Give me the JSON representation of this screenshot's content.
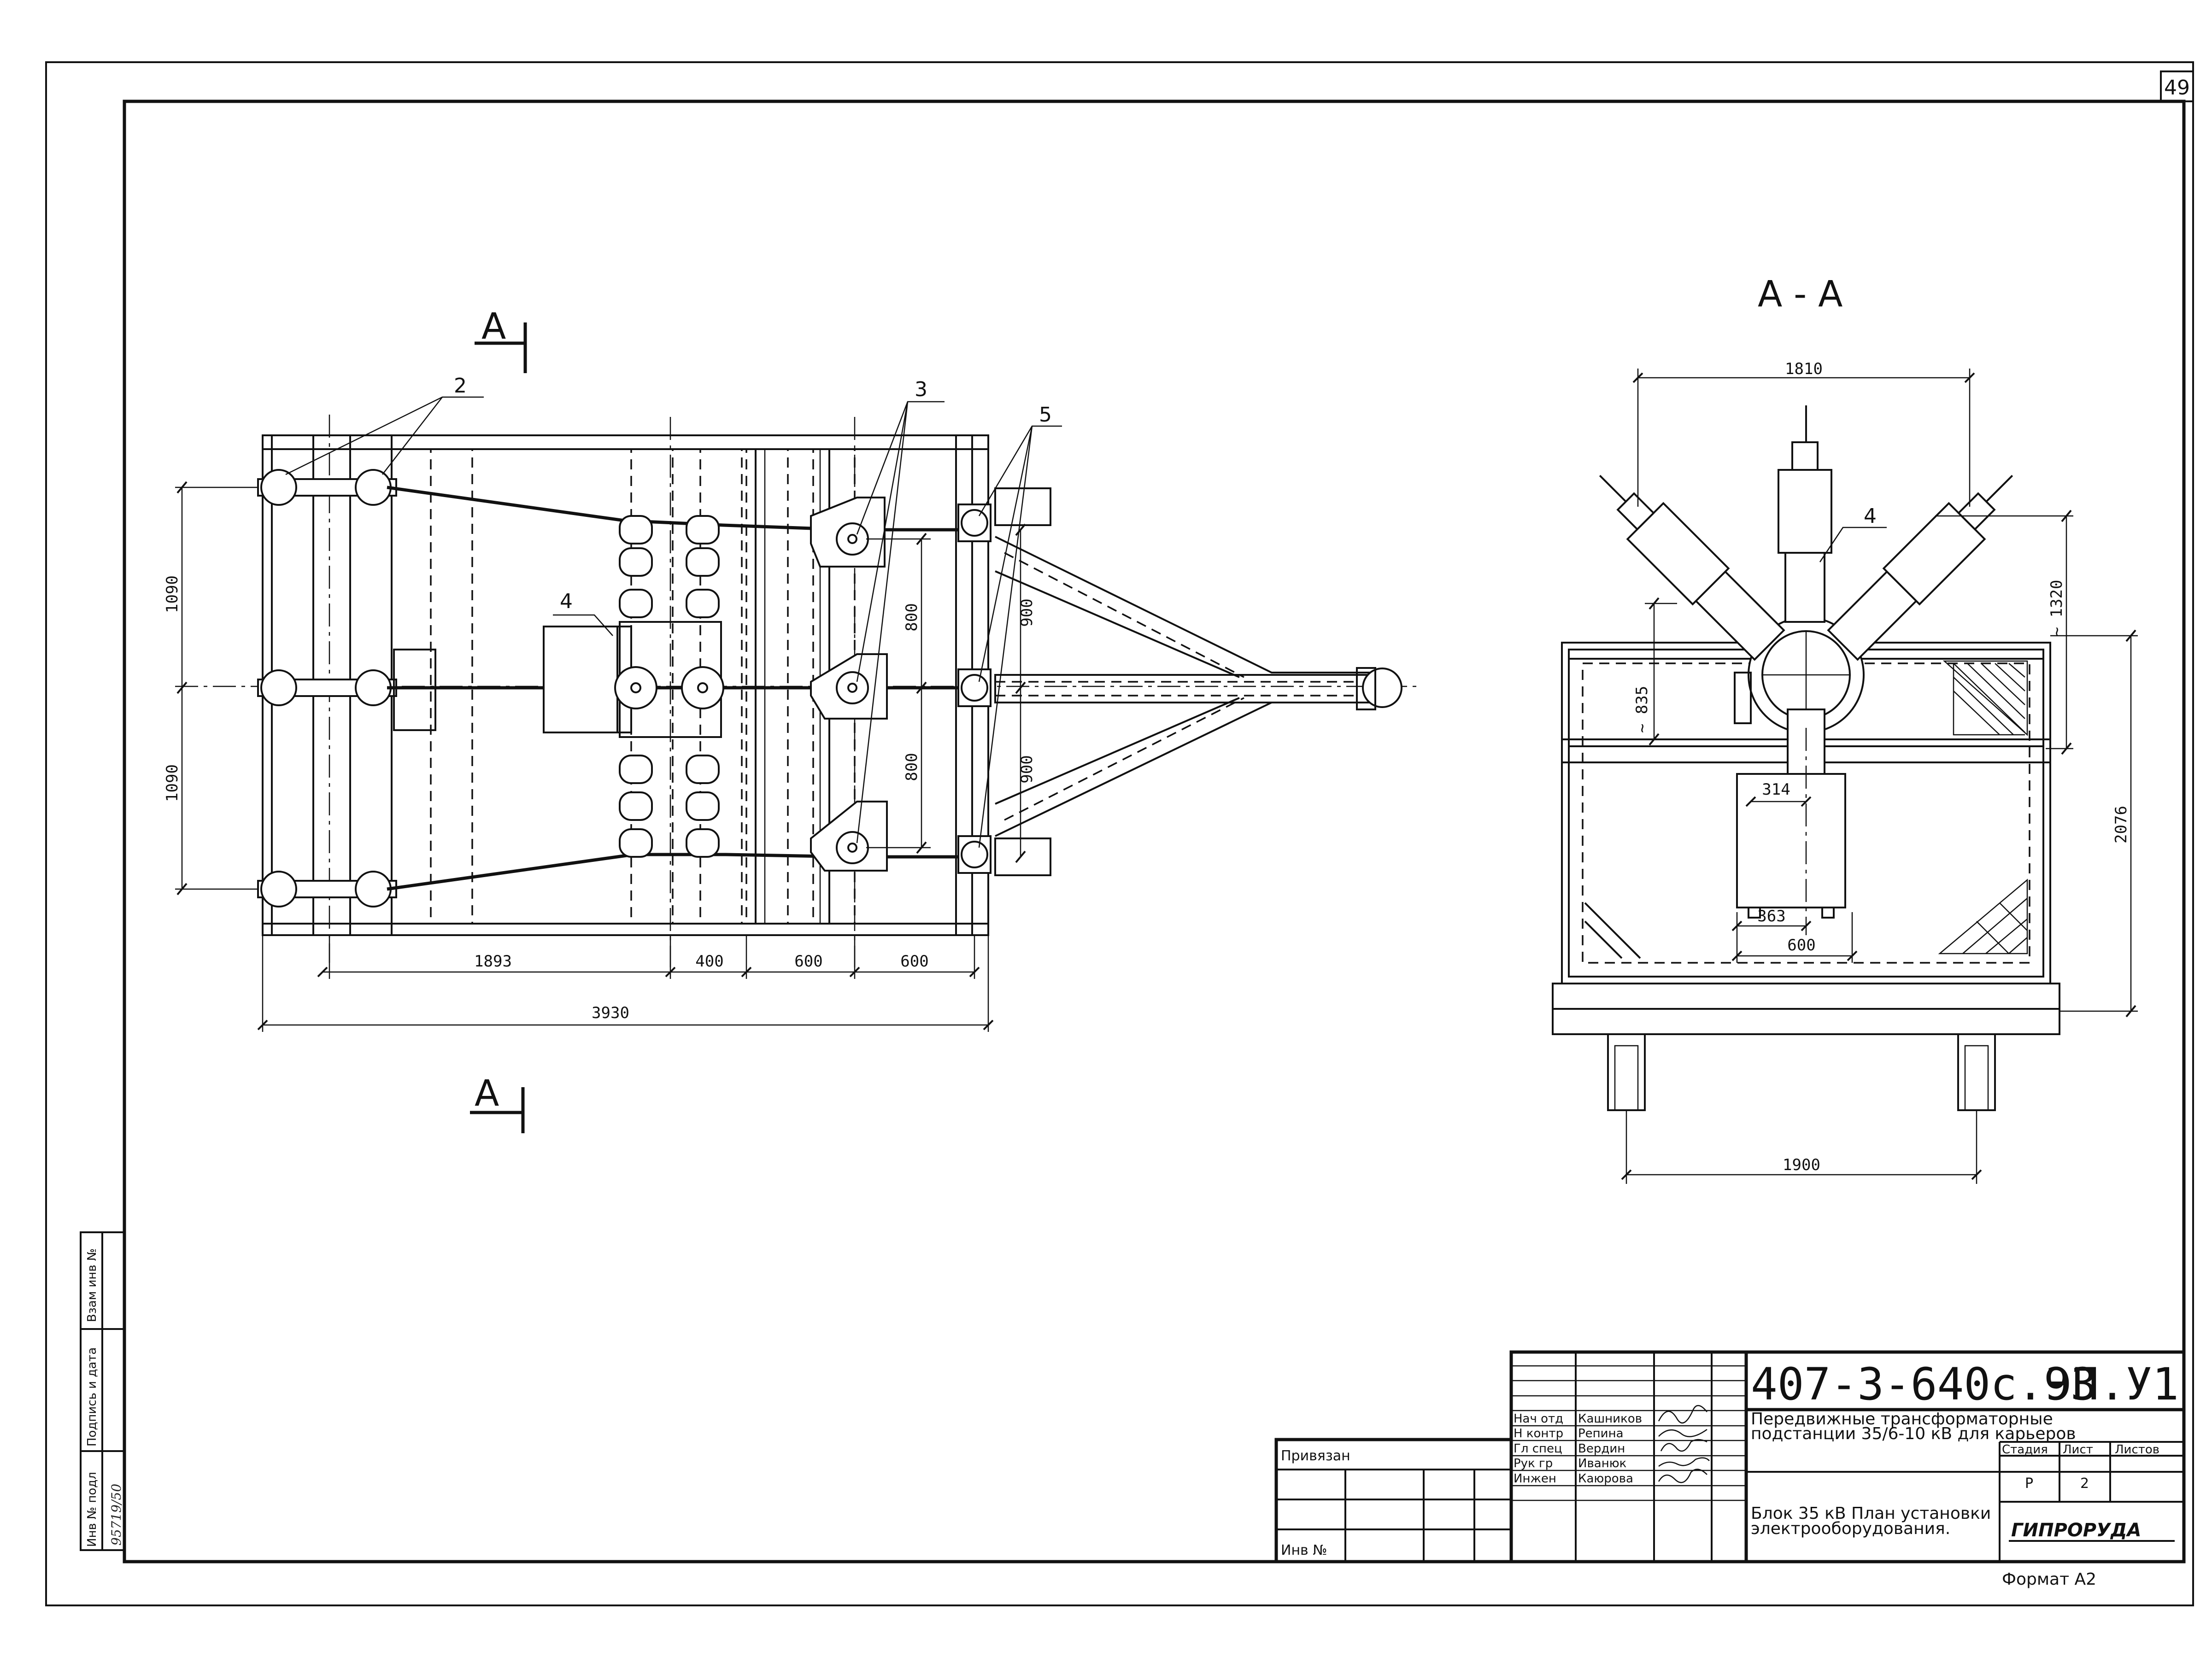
{
  "sheet": {
    "page_number": "49",
    "format_label": "Формат А2"
  },
  "plan_view": {
    "section_mark_top": "А",
    "section_mark_bottom": "А",
    "callouts": [
      "2",
      "3",
      "5",
      "4"
    ],
    "dims": {
      "d1090_top": "1090",
      "d1090_bottom": "1090",
      "d900_top": "900",
      "d900_bottom": "900",
      "d800_top": "800",
      "d800_bottom": "800",
      "d1893": "1893",
      "d400": "400",
      "d600a": "600",
      "d600b": "600",
      "d3930": "3930"
    }
  },
  "section_view": {
    "title": "А - А",
    "callout": "4",
    "dims": {
      "d1810": "1810",
      "d1320": "~ 1320",
      "d835": "~ 835",
      "d314": "314",
      "d363": "363",
      "d600": "600",
      "d2076": "2076",
      "d1900": "1900"
    }
  },
  "side_stamp": {
    "inv_orig": "Инв № подл",
    "inv_value": "95719/50",
    "sign_date": "Подпись и дата",
    "replace_inv": "Взам инв №"
  },
  "title_block": {
    "doc_code": "407-3-640с.93",
    "sheet_code": "ЭП.У1",
    "project_line1": "Передвижные трансформаторные",
    "project_line2": "подстанции 35/6-10 кВ для карьеров",
    "sheet_title_line1": "Блок 35 кВ План установки",
    "sheet_title_line2": "электрооборудования.",
    "stage_header": "Стадия",
    "sheet_header": "Лист",
    "sheets_header": "Листов",
    "stage_value": "Р",
    "sheet_value": "2",
    "sheets_value": "",
    "company": "ГИПРОРУДА",
    "bound_label": "Привязан",
    "inv_label": "Инв №",
    "roles": [
      {
        "role": "Нач отд",
        "name": "Кашников"
      },
      {
        "role": "Н контр",
        "name": "Репина"
      },
      {
        "role": "Гл спец",
        "name": "Вердин"
      },
      {
        "role": "Рук гр",
        "name": "Иванюк"
      },
      {
        "role": "Инжен",
        "name": "Каюрова"
      }
    ]
  }
}
